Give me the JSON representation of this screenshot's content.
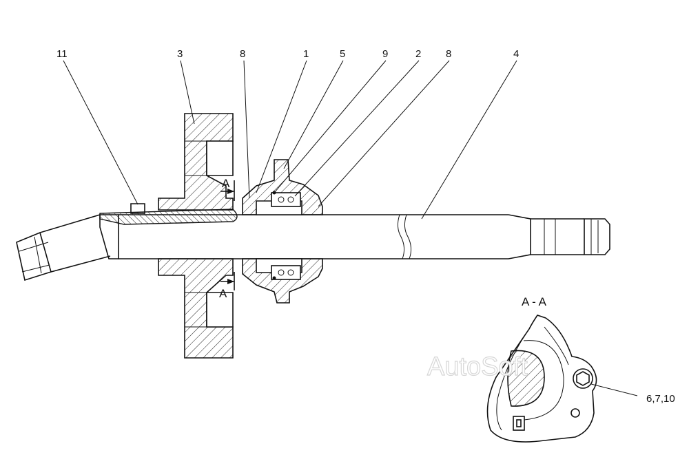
{
  "callouts": [
    "11",
    "3",
    "8",
    "1",
    "5",
    "9",
    "2",
    "8",
    "4"
  ],
  "section_mark": "A",
  "section_title": "A - A",
  "detail_callout": "6,7,10",
  "watermark": "AutoSoft"
}
